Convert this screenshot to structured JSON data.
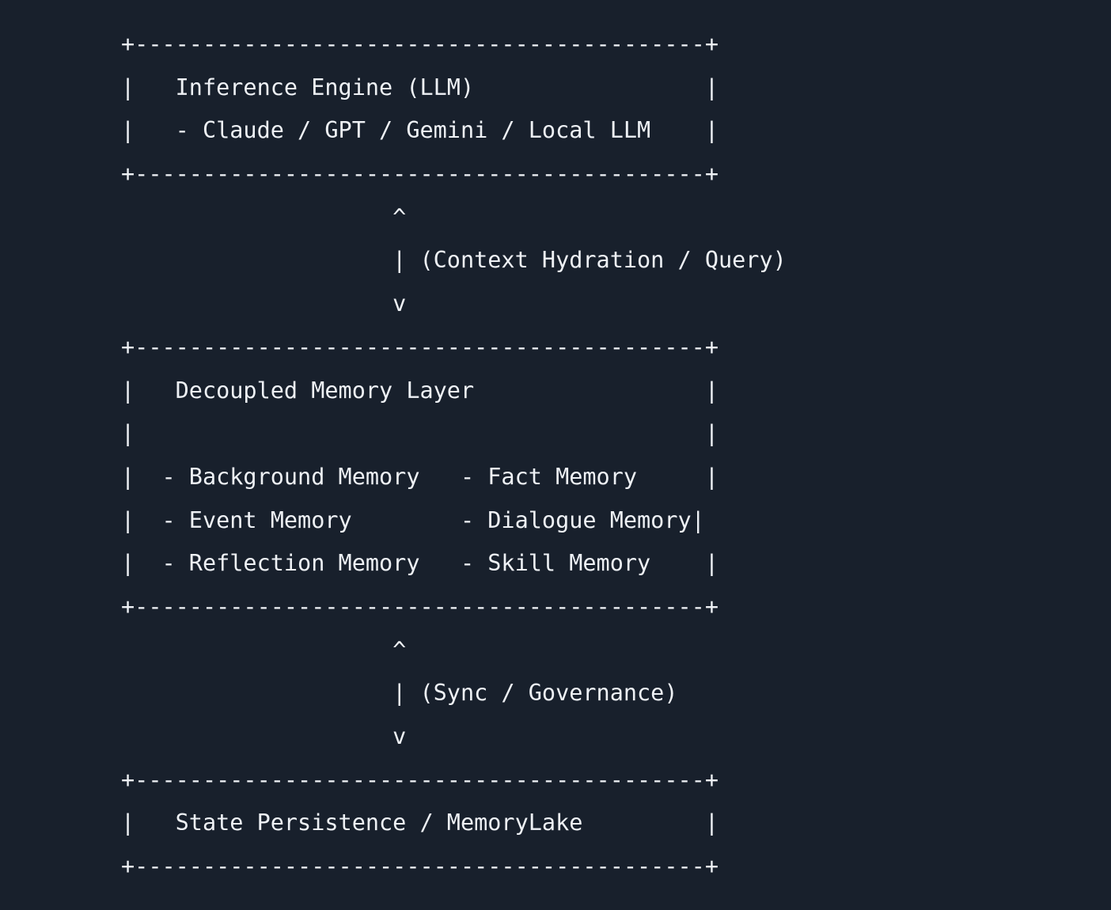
{
  "diagram": {
    "lines": [
      "+------------------------------------------+",
      "|   Inference Engine (LLM)                 |",
      "|   - Claude / GPT / Gemini / Local LLM    |",
      "+------------------------------------------+",
      "                    ^",
      "                    | (Context Hydration / Query)",
      "                    v",
      "+------------------------------------------+",
      "|   Decoupled Memory Layer                 |",
      "|                                          |",
      "|  - Background Memory   - Fact Memory     |",
      "|  - Event Memory        - Dialogue Memory|",
      "|  - Reflection Memory   - Skill Memory    |",
      "+------------------------------------------+",
      "                    ^",
      "                    | (Sync / Governance)",
      "                    v",
      "+------------------------------------------+",
      "|   State Persistence / MemoryLake         |",
      "+------------------------------------------+"
    ]
  }
}
